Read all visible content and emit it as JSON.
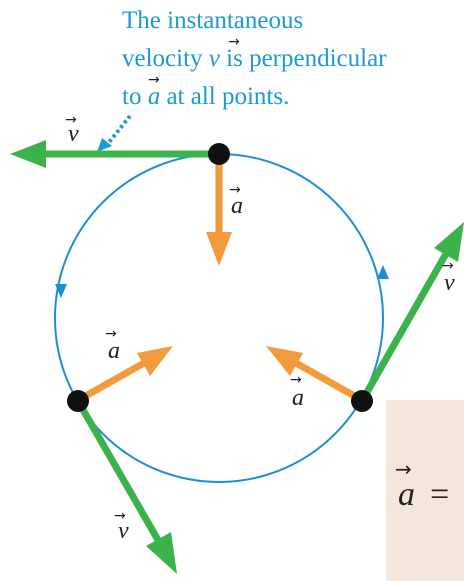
{
  "caption": {
    "line1": "The instantaneous",
    "line2_prefix": "velocity ",
    "line2_symbol": "v",
    "line2_suffix": " is perpendicular",
    "line3_prefix": "to ",
    "line3_symbol": "a",
    "line3_suffix": " at all points."
  },
  "labels": {
    "velocity_symbol": "v",
    "acceleration_symbol": "a",
    "vector_arrow": "→"
  },
  "formula_box": {
    "lhs_symbol": "a",
    "operator": "="
  },
  "colors": {
    "caption_text": "#1a9ad6",
    "circle": "#1a8fd6",
    "velocity_arrow": "#3cb34a",
    "acceleration_arrow": "#f39a3c",
    "point": "#111111",
    "formula_box_bg": "#f4e6da"
  }
}
